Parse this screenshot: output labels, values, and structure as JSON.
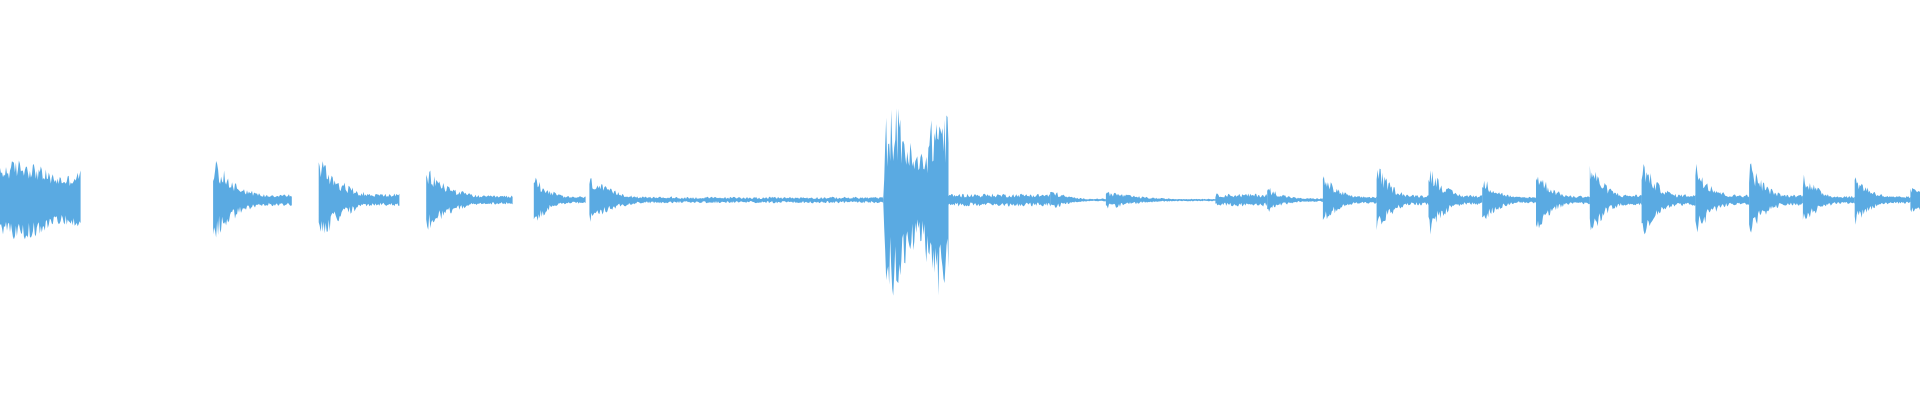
{
  "waveform": {
    "color": "#5aaae2",
    "background": "#ffffff",
    "duration_fraction": 1.0,
    "segments": [
      {
        "start": 0.0,
        "end": 0.042,
        "peak": 0.17,
        "shape": "sustain",
        "jitter": 0.35
      },
      {
        "start": 0.111,
        "end": 0.152,
        "peak": 0.16,
        "shape": "decay",
        "jitter": 0.45
      },
      {
        "start": 0.166,
        "end": 0.208,
        "peak": 0.17,
        "shape": "decay",
        "jitter": 0.45
      },
      {
        "start": 0.222,
        "end": 0.267,
        "peak": 0.12,
        "shape": "decay",
        "jitter": 0.45
      },
      {
        "start": 0.278,
        "end": 0.305,
        "peak": 0.1,
        "shape": "decay",
        "jitter": 0.45
      },
      {
        "start": 0.307,
        "end": 0.35,
        "peak": 0.09,
        "shape": "decay",
        "jitter": 0.45
      },
      {
        "start": 0.35,
        "end": 0.46,
        "peak": 0.012,
        "shape": "flat",
        "jitter": 0.6
      },
      {
        "start": 0.46,
        "end": 0.494,
        "peak": 0.37,
        "shape": "burst",
        "jitter": 0.5
      },
      {
        "start": 0.494,
        "end": 0.547,
        "peak": 0.025,
        "shape": "flat",
        "jitter": 0.5
      },
      {
        "start": 0.547,
        "end": 0.576,
        "peak": 0.04,
        "shape": "decay",
        "jitter": 0.5
      },
      {
        "start": 0.576,
        "end": 0.633,
        "peak": 0.035,
        "shape": "decay",
        "jitter": 0.5
      },
      {
        "start": 0.633,
        "end": 0.66,
        "peak": 0.025,
        "shape": "flat",
        "jitter": 0.5
      },
      {
        "start": 0.66,
        "end": 0.689,
        "peak": 0.05,
        "shape": "decay",
        "jitter": 0.5
      },
      {
        "start": 0.689,
        "end": 0.717,
        "peak": 0.1,
        "shape": "decay",
        "jitter": 0.45
      },
      {
        "start": 0.717,
        "end": 0.744,
        "peak": 0.14,
        "shape": "decay",
        "jitter": 0.45
      },
      {
        "start": 0.744,
        "end": 0.772,
        "peak": 0.14,
        "shape": "decay",
        "jitter": 0.45
      },
      {
        "start": 0.772,
        "end": 0.8,
        "peak": 0.09,
        "shape": "decay",
        "jitter": 0.45
      },
      {
        "start": 0.8,
        "end": 0.828,
        "peak": 0.12,
        "shape": "decay",
        "jitter": 0.45
      },
      {
        "start": 0.828,
        "end": 0.855,
        "peak": 0.15,
        "shape": "decay",
        "jitter": 0.45
      },
      {
        "start": 0.855,
        "end": 0.883,
        "peak": 0.16,
        "shape": "decay",
        "jitter": 0.45
      },
      {
        "start": 0.883,
        "end": 0.911,
        "peak": 0.15,
        "shape": "decay",
        "jitter": 0.45
      },
      {
        "start": 0.911,
        "end": 0.939,
        "peak": 0.15,
        "shape": "decay",
        "jitter": 0.45
      },
      {
        "start": 0.939,
        "end": 0.966,
        "peak": 0.11,
        "shape": "decay",
        "jitter": 0.45
      },
      {
        "start": 0.966,
        "end": 0.995,
        "peak": 0.1,
        "shape": "decay",
        "jitter": 0.45
      },
      {
        "start": 0.995,
        "end": 1.0,
        "peak": 0.05,
        "shape": "flat",
        "jitter": 0.4
      }
    ]
  }
}
